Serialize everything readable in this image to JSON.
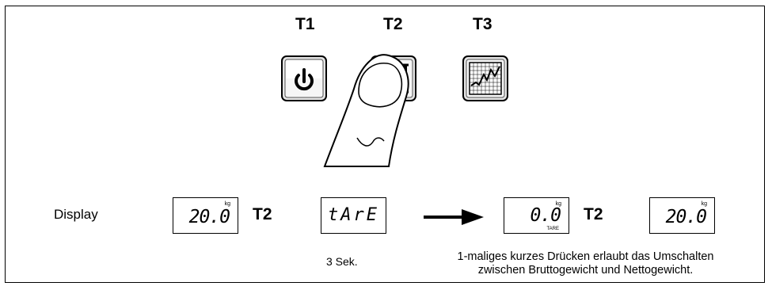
{
  "keys": [
    {
      "label": "T1",
      "icon": "power-icon"
    },
    {
      "label": "T2",
      "icon": "tare-icon"
    },
    {
      "label": "T3",
      "icon": "graph-icon"
    }
  ],
  "display_row": {
    "label": "Display",
    "step_key": "T2",
    "screens": [
      {
        "value": "20.0",
        "unit": "kg"
      },
      {
        "word": "tArE"
      },
      {
        "value": "0.0",
        "unit": "kg",
        "indicator": "TARE"
      },
      {
        "value": "20.0",
        "unit": "kg"
      }
    ],
    "hold_time": "3 Sek."
  },
  "note": {
    "line1": "1-maliges kurzes Drücken erlaubt das Umschalten",
    "line2": "zwischen Bruttogewicht und Nettogewicht."
  }
}
